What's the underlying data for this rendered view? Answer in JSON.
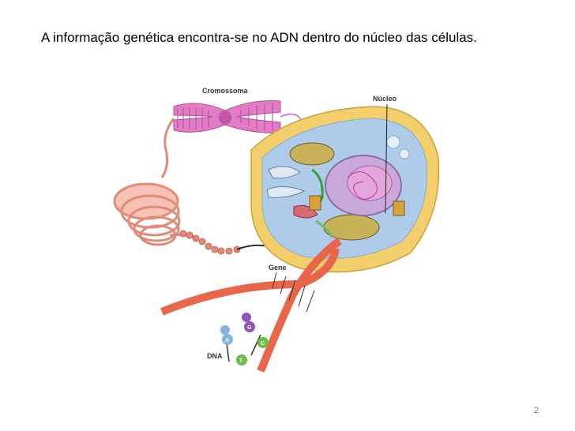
{
  "slide": {
    "title": "A informação genética encontra-se no ADN dentro do núcleo das células.",
    "page_number": "2"
  },
  "diagram": {
    "labels": {
      "chromosome": "Cromossoma",
      "nucleus": "Núcleo",
      "gene": "Gene",
      "dna": "DNA"
    },
    "bases": [
      "A",
      "G",
      "C",
      "T"
    ],
    "colors": {
      "chromosome": "#e27cc6",
      "coil": "#f0aa98",
      "cell_wall": "#f2cf6a",
      "nucleus": "#c9a9dc",
      "dna_strand": "#e8674a"
    }
  }
}
